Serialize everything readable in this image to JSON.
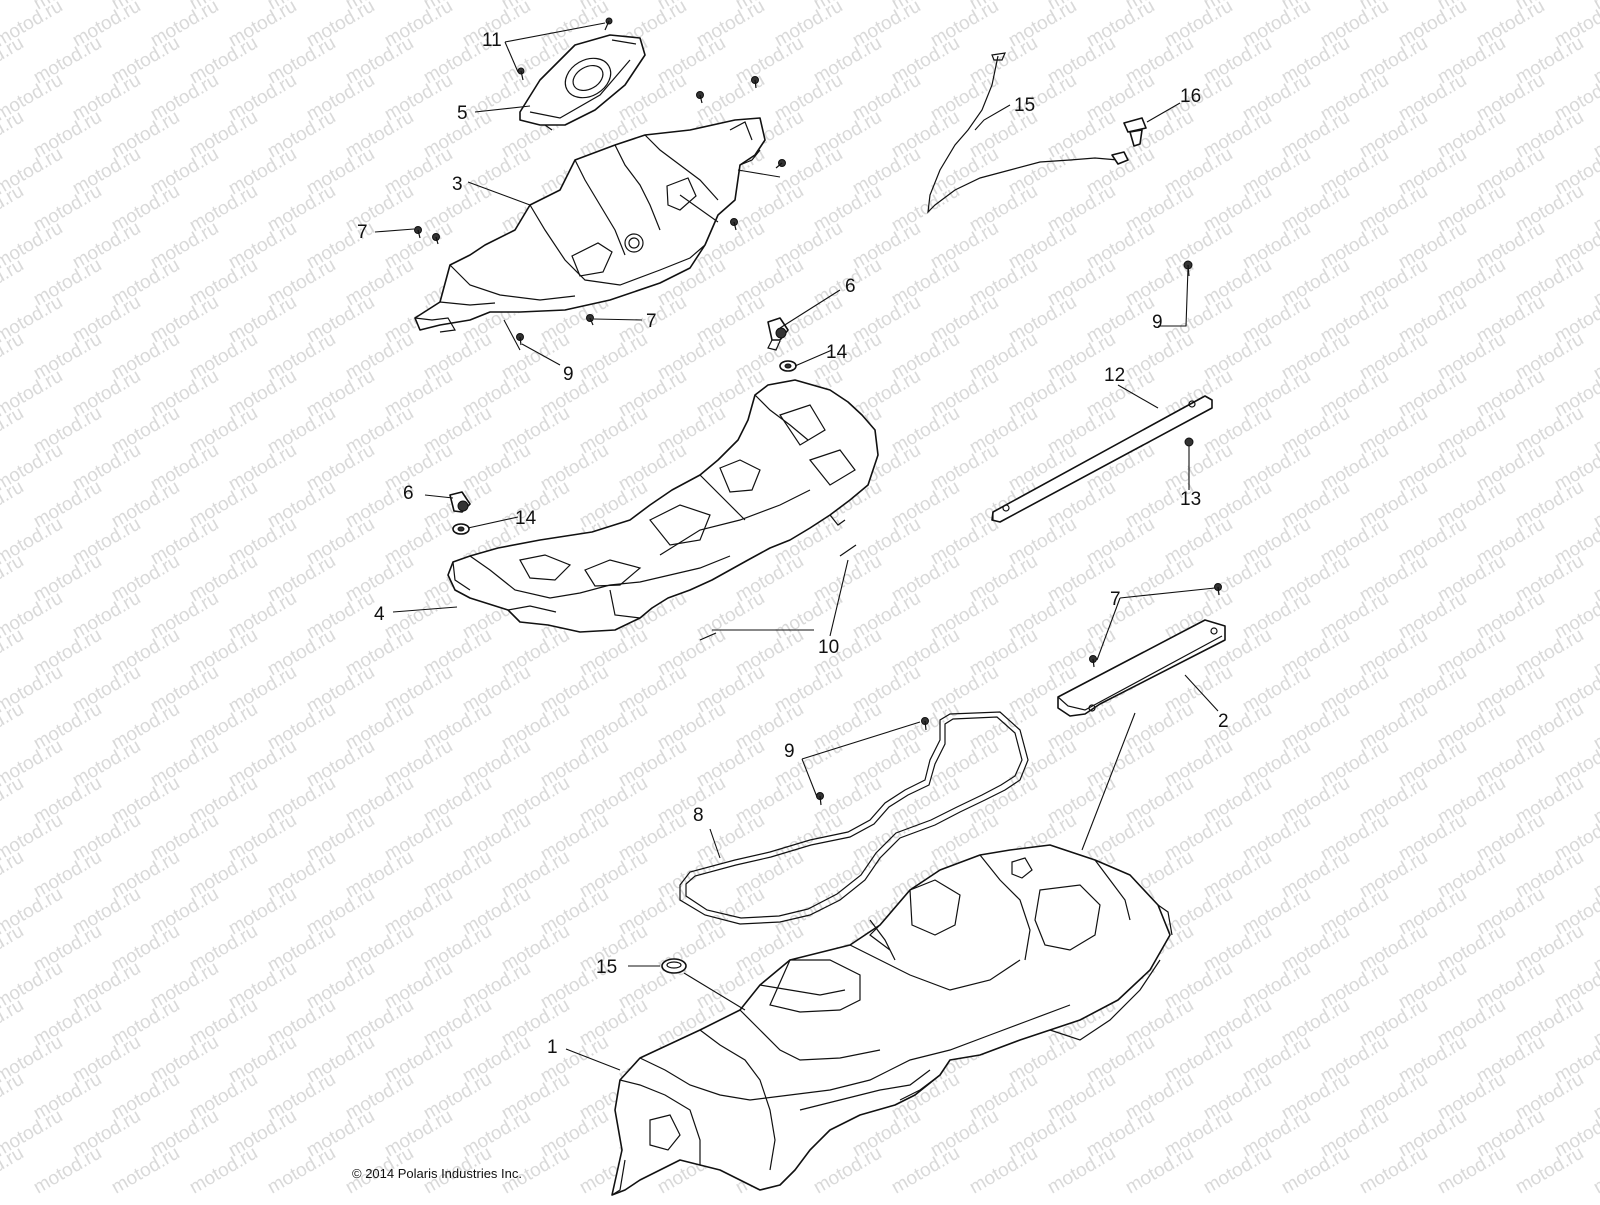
{
  "diagram": {
    "watermark": "motod.ru",
    "copyright": "© 2014 Polaris Industries Inc.",
    "callouts": {
      "c1": "1",
      "c2": "2",
      "c3": "3",
      "c4": "4",
      "c5": "5",
      "c6a": "6",
      "c6b": "6",
      "c7a": "7",
      "c7b": "7",
      "c7c": "7",
      "c8": "8",
      "c9a": "9",
      "c9b": "9",
      "c9c": "9",
      "c10": "10",
      "c11": "11",
      "c12": "12",
      "c13": "13",
      "c14a": "14",
      "c14b": "14",
      "c15a": "15",
      "c15b": "15",
      "c16": "16"
    }
  }
}
